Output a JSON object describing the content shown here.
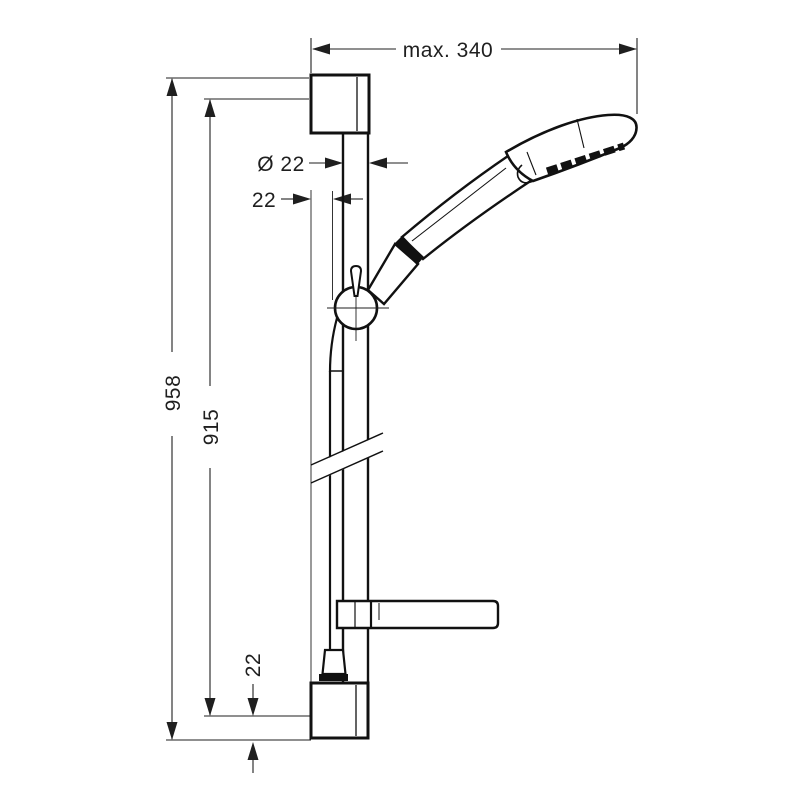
{
  "drawing": {
    "background": "#ffffff",
    "line_color": "#111111",
    "dimension_color": "#1f1f1f",
    "dimensions": {
      "width_max": "max. 340",
      "height_total": "958",
      "height_inner": "915",
      "bar_diameter": "Ø 22",
      "wall_offset": "22",
      "bottom_offset": "22"
    }
  }
}
